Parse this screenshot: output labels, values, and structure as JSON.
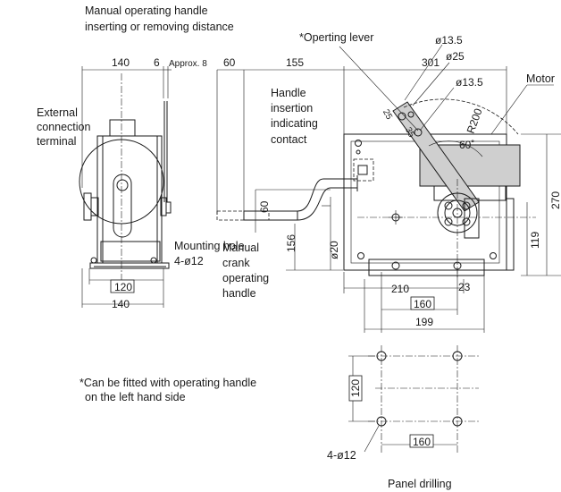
{
  "labels": {
    "manual_handle_distance_1": "Manual operating handle",
    "manual_handle_distance_2": "inserting or removing distance",
    "operating_lever": "*Operting lever",
    "external_terminal_1": "External",
    "external_terminal_2": "connection",
    "external_terminal_3": "terminal",
    "handle_contact_1": "Handle",
    "handle_contact_2": "insertion",
    "handle_contact_3": "indicating",
    "handle_contact_4": "contact",
    "motor": "Motor",
    "mounting_hole_1": "Mounting hole",
    "mounting_hole_2": "4-ø12",
    "crank_1": "Manual",
    "crank_2": "crank",
    "crank_3": "operating",
    "crank_4": "handle",
    "note_1": "*Can be fitted with operating handle",
    "note_2": "on the left hand side",
    "panel_holes": "4-ø12",
    "panel_drilling": "Panel drilling"
  },
  "dimensions": {
    "w140_top": "140",
    "d6": "6",
    "approx8": "Approx. 8",
    "d60_top": "60",
    "d155": "155",
    "d301": "301",
    "d13_5_a": "ø13.5",
    "d25": "ø25",
    "d13_5_b": "ø13.5",
    "d25_lever": "25",
    "d35": "35",
    "r200": "R200",
    "angle60": "60˚",
    "d270": "270",
    "d119": "119",
    "d60_mid": "60",
    "d156": "156",
    "d20": "ø20",
    "d120_side": "120",
    "d140_side": "140",
    "d210": "210",
    "d23": "23",
    "d160_base": "160",
    "d199": "199",
    "d120_panel": "120",
    "d160_panel": "160"
  }
}
